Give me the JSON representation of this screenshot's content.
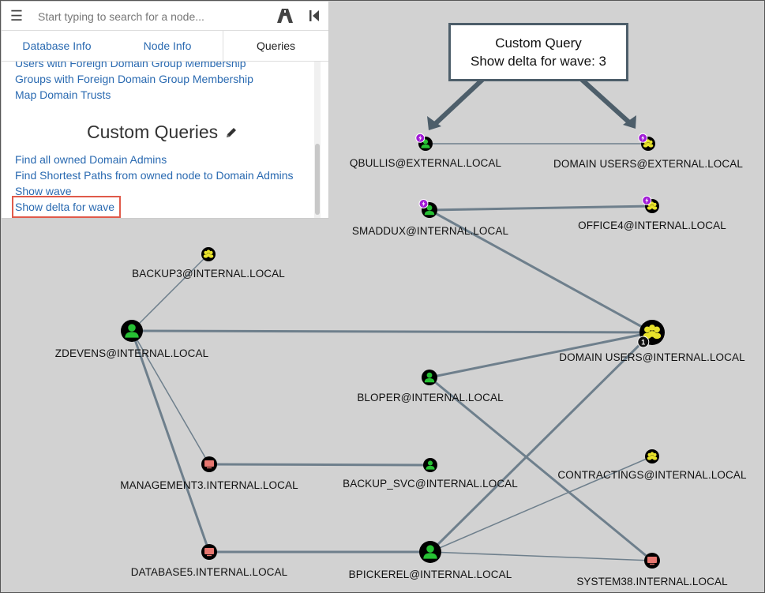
{
  "search": {
    "placeholder": "Start typing to search for a node..."
  },
  "tabs": [
    {
      "label": "Database Info",
      "active": false
    },
    {
      "label": "Node Info",
      "active": false
    },
    {
      "label": "Queries",
      "active": true
    }
  ],
  "queries": {
    "prebuilt": [
      "Users with Foreign Domain Group Membership",
      "Groups with Foreign Domain Group Membership",
      "Map Domain Trusts"
    ],
    "custom_heading": "Custom Queries",
    "custom": [
      "Find all owned Domain Admins",
      "Find Shortest Paths from owned node to Domain Admins",
      "Show wave",
      "Show delta for wave"
    ],
    "highlighted": "Show delta for wave"
  },
  "callout": {
    "title": "Custom Query",
    "subtitle": "Show delta for wave: 3"
  },
  "colors": {
    "user": "#27c134",
    "group": "#e8e22b",
    "computer": "#e77770",
    "edge": "#6e7f8c",
    "background": "#d2d2d2",
    "link": "#2a6ab1",
    "highlight_box": "#e05a4a",
    "owned_badge": "#a11bd6"
  },
  "graph": {
    "nodes": [
      {
        "id": "qbullis",
        "label": "QBULLIS@EXTERNAL.LOCAL",
        "type": "user",
        "owned_badge": true
      },
      {
        "id": "domusers_ext",
        "label": "DOMAIN USERS@EXTERNAL.LOCAL",
        "type": "group",
        "owned_badge": true
      },
      {
        "id": "smaddux",
        "label": "SMADDUX@INTERNAL.LOCAL",
        "type": "user",
        "owned_badge": true
      },
      {
        "id": "office4",
        "label": "OFFICE4@INTERNAL.LOCAL",
        "type": "group",
        "owned_badge": true
      },
      {
        "id": "backup3",
        "label": "BACKUP3@INTERNAL.LOCAL",
        "type": "group"
      },
      {
        "id": "zdevens",
        "label": "ZDEVENS@INTERNAL.LOCAL",
        "type": "user"
      },
      {
        "id": "domusers_int",
        "label": "DOMAIN USERS@INTERNAL.LOCAL",
        "type": "group",
        "count_badge": "1"
      },
      {
        "id": "bloper",
        "label": "BLOPER@INTERNAL.LOCAL",
        "type": "user"
      },
      {
        "id": "management3",
        "label": "MANAGEMENT3.INTERNAL.LOCAL",
        "type": "computer"
      },
      {
        "id": "backup_svc",
        "label": "BACKUP_SVC@INTERNAL.LOCAL",
        "type": "user"
      },
      {
        "id": "contractings",
        "label": "CONTRACTINGS@INTERNAL.LOCAL",
        "type": "group"
      },
      {
        "id": "database5",
        "label": "DATABASE5.INTERNAL.LOCAL",
        "type": "computer"
      },
      {
        "id": "bpickerel",
        "label": "BPICKEREL@INTERNAL.LOCAL",
        "type": "user"
      },
      {
        "id": "system38",
        "label": "SYSTEM38.INTERNAL.LOCAL",
        "type": "computer"
      }
    ],
    "edges": [
      [
        "qbullis",
        "domusers_ext"
      ],
      [
        "smaddux",
        "office4"
      ],
      [
        "smaddux",
        "domusers_int"
      ],
      [
        "zdevens",
        "backup3"
      ],
      [
        "zdevens",
        "domusers_int"
      ],
      [
        "zdevens",
        "management3"
      ],
      [
        "zdevens",
        "database5"
      ],
      [
        "bloper",
        "domusers_int"
      ],
      [
        "bloper",
        "system38"
      ],
      [
        "management3",
        "backup_svc"
      ],
      [
        "database5",
        "bpickerel"
      ],
      [
        "bpickerel",
        "domusers_int"
      ],
      [
        "bpickerel",
        "contractings"
      ],
      [
        "bpickerel",
        "system38"
      ]
    ]
  }
}
